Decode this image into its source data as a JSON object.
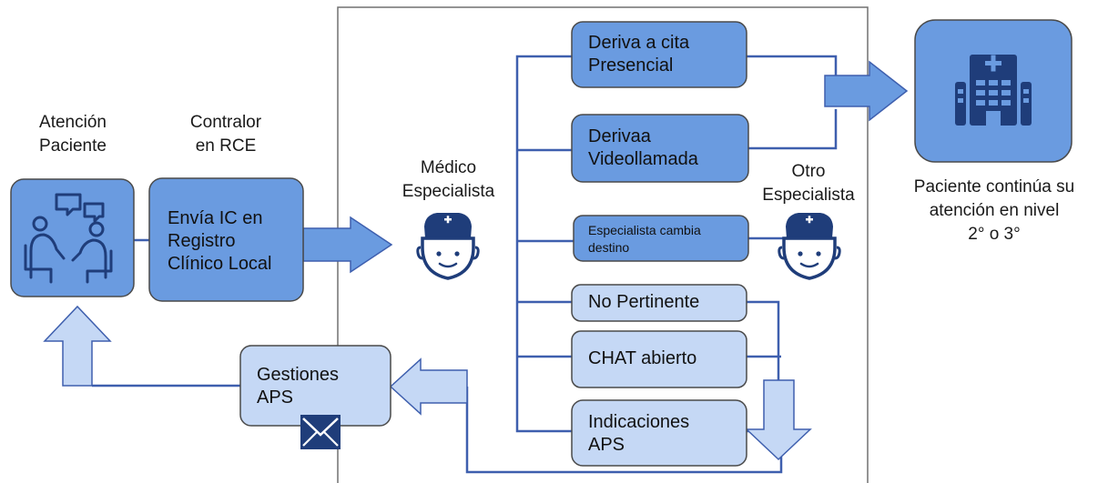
{
  "nodes": {
    "atencion_paciente": "Atención\nPaciente",
    "contralor": "Contralor\nen RCE",
    "envia_ic": "Envía IC en\nRegistro\nClínico Local",
    "medico_especialista": "Médico\nEspecialista",
    "otro_especialista": "Otro\nEspecialista",
    "deriva_presencial": "Deriva a cita\nPresencial",
    "deriva_video": "Derivaa\nVideollamada",
    "cambia_destino": "Especialista cambia\ndestino",
    "no_pertinente": "No Pertinente",
    "chat_abierto": "CHAT abierto",
    "indicaciones_aps": "Indicaciones\nAPS",
    "gestiones_aps": "Gestiones\nAPS",
    "paciente_continua": "Paciente continúa su\natención en nivel\n2° o 3°"
  },
  "colors": {
    "dark_blue_fill": "#6a9be0",
    "light_blue_fill": "#c5d8f5",
    "line": "#3e5fae",
    "border": "#4a4a4a",
    "icon": "#1f3d7a"
  },
  "icons": [
    "consultation-icon",
    "doctor-icon",
    "hospital-icon",
    "envelope-icon"
  ]
}
